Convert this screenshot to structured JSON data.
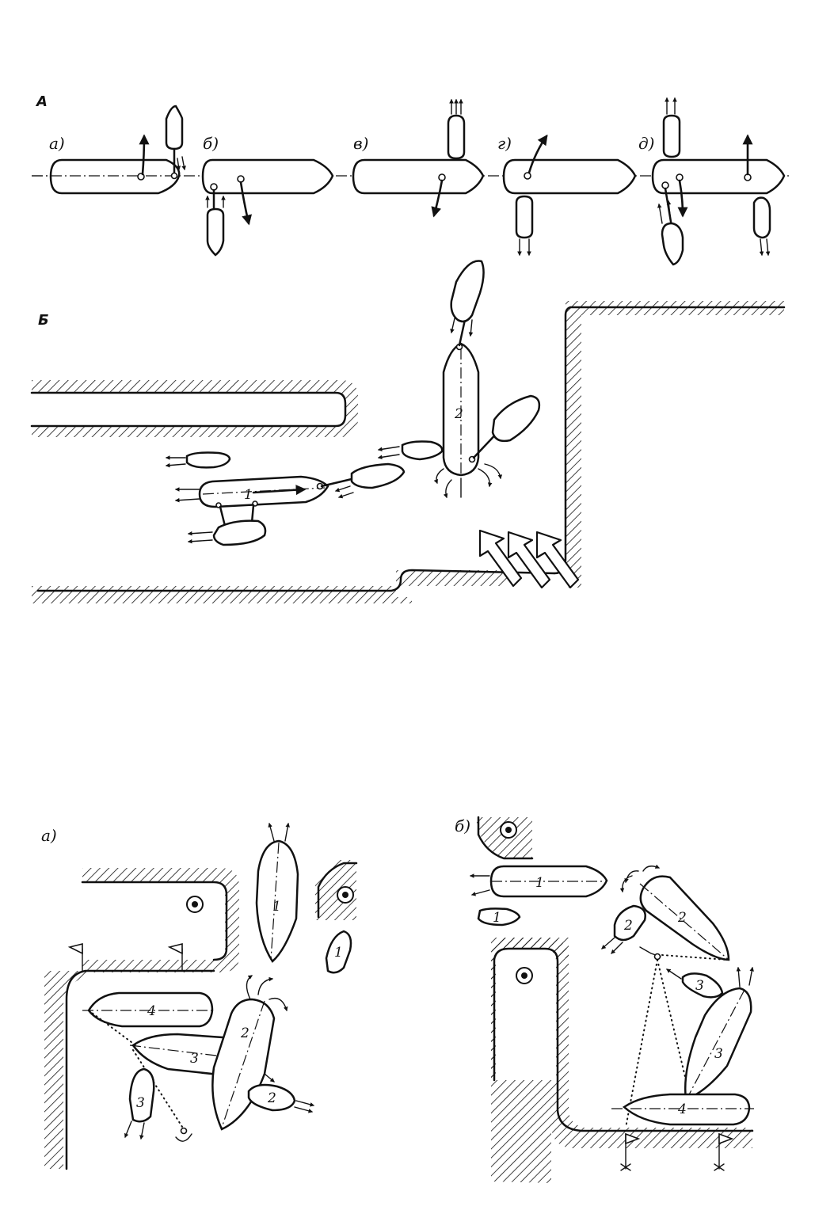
{
  "figure_top": {
    "section_a_label": "А",
    "panels": [
      "а)",
      "б)",
      "в)",
      "г)",
      "д)"
    ],
    "section_b_label": "Б",
    "ship_numbers": [
      "1",
      "2"
    ]
  },
  "figure_bottom": {
    "panel_a_label": "а)",
    "panel_b_label": "б)",
    "panel_a_ships": [
      "1",
      "4",
      "3",
      "2"
    ],
    "panel_a_tugs": [
      "1",
      "3",
      "2"
    ],
    "panel_b_ships": [
      "1",
      "2",
      "3",
      "4"
    ],
    "panel_b_tugs": [
      "1",
      "2",
      "3"
    ]
  }
}
